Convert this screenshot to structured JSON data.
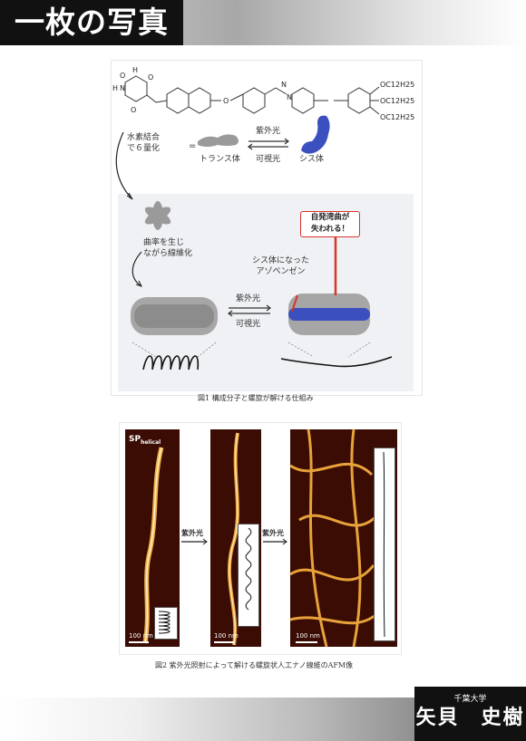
{
  "header": {
    "title": "一枚の写真"
  },
  "figure1": {
    "caption": "図1  構成分子と螺旋が解ける仕組み",
    "chem": {
      "n_label": "N",
      "h_top": "H",
      "h_left": "H",
      "o_labels": [
        "O",
        "O",
        "O",
        "O"
      ],
      "azo_n": [
        "N",
        "N"
      ],
      "alkoxy": [
        "OC12H25",
        "OC12H25",
        "OC12H25"
      ]
    },
    "equals": "=",
    "trans_label": "トランス体",
    "cis_label": "シス体",
    "uv_label": "紫外光",
    "visible_label": "可視光",
    "step1": "水素結合\nで６量化",
    "step2": "曲率を生じ\nながら線維化",
    "cis_note": "シス体になった\nアゾベンゼン",
    "callout": "自発湾曲が\n失われる！",
    "uv_label2": "紫外光",
    "visible_label2": "可視光",
    "colors": {
      "cis": "#3c4fbe",
      "trans": "#9a9a9a",
      "arrow": "#d8352a"
    }
  },
  "figure2": {
    "caption": "図2  紫外光照射によって解ける螺旋状人工ナノ線維のAFM像",
    "sp_label": "SP",
    "sp_sub": "helical",
    "uv_arrow1": "紫外光",
    "uv_arrow2": "紫外光",
    "scale1": "100 nm",
    "scale2": "100 nm",
    "scale3": "100 nm"
  },
  "footer": {
    "affiliation": "千葉大学",
    "author": "矢貝　史樹"
  }
}
